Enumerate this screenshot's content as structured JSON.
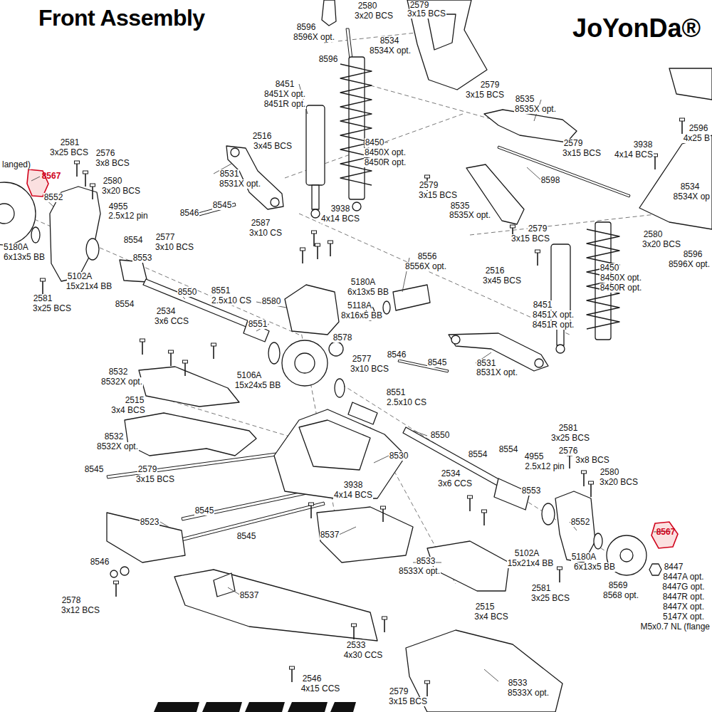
{
  "diagram": {
    "title": "Front Assembly",
    "labels": [
      "JoYonDa®",
      "2579",
      "3x15 BCS",
      "2580",
      "3x20 BCS",
      "8596",
      "8596X opt.",
      "8534",
      "8534X opt.",
      "8596",
      "8451",
      "8451X opt.",
      "8451R opt.",
      "2579",
      "3x15 BCS",
      "8535",
      "8535X opt.",
      "2516",
      "3x45 BCS",
      "8450",
      "8450X opt.",
      "8450R opt.",
      "2581",
      "3x25 BCS",
      "2576",
      "3x8 BCS",
      "2580",
      "3x20 BCS",
      "langed)",
      "8567",
      "8552",
      "4955",
      "2.5x12 pin",
      "8554",
      "8553",
      "8531",
      "8531X opt.",
      "8546",
      "8545",
      "2577",
      "3x10 BCS",
      "2587",
      "3x10 CS",
      "3938",
      "4x14 BCS",
      "5180A",
      "6x13x5 BB",
      "5102A",
      "15x21x4 BB",
      "2581",
      "3x25 BCS",
      "8550",
      "8551",
      "2.5x10 CS",
      "8554",
      "8580",
      "8556",
      "8556X opt.",
      "5180A",
      "6x13x5 BB",
      "5118A",
      "8x16x5 BB",
      "8551",
      "2534",
      "3x6 CCS",
      "8578",
      "8546",
      "2577",
      "3x10 BCS",
      "8545",
      "8531",
      "8531X opt.",
      "8532",
      "8532X opt.",
      "5106A",
      "15x24x5 BB",
      "8551",
      "2.5x10 CS",
      "2515",
      "3x4 BCS",
      "8532",
      "8532X opt.",
      "8545",
      "2579",
      "3x15 BCS",
      "8550",
      "8530",
      "8554",
      "8554",
      "4955",
      "2.5x12 pin",
      "2581",
      "3x25 BCS",
      "2576",
      "3x8 BCS",
      "2580",
      "3x20 BCS",
      "2534",
      "3x6 CCS",
      "3938",
      "4x14 BCS",
      "8553",
      "8545",
      "8545",
      "8523",
      "8537",
      "8552",
      "8567",
      "5102A",
      "15x21x4 BB",
      "5180A",
      "6x13x5 BB",
      "8447",
      "8447A opt.",
      "8447G opt.",
      "8447R opt.",
      "8447X opt.",
      "5147X opt.",
      "M5x0.7 NL (flange",
      "8569",
      "8568 opt.",
      "2581",
      "3x25 BCS",
      "8533",
      "8533X opt.",
      "8546",
      "2578",
      "3x12 BCS",
      "8537",
      "2515",
      "3x4 BCS",
      "2533",
      "4x30 CCS",
      "2546",
      "4x15 CCS",
      "2579",
      "3x15 BCS",
      "8533",
      "8533X opt.",
      "2596",
      "4x25 B",
      "3938",
      "4x14 BCS",
      "8534",
      "8534X op",
      "2579",
      "3x15 BCS",
      "8598",
      "2579",
      "3x15 BCS",
      "8535",
      "8535X opt.",
      "2579",
      "3x15 BCS",
      "2580",
      "3x20 BCS",
      "8596",
      "8596X opt.",
      "2516",
      "3x45 BCS",
      "8450",
      "8450X opt.",
      "8450R opt.",
      "8451",
      "8451X opt.",
      "8451R opt."
    ]
  }
}
